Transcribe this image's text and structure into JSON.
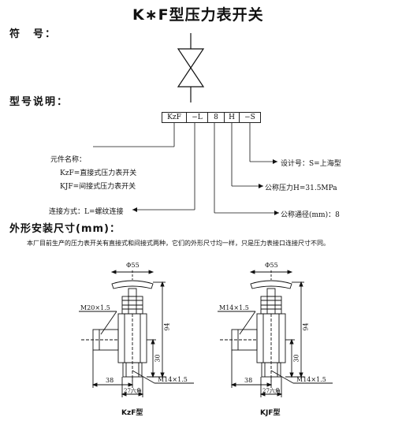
{
  "title": "K∗F型压力表开关",
  "symbol_label": "符　号：",
  "model_label": "型号说明：",
  "code_boxes": [
    "KzF",
    "−L",
    "8",
    "H",
    "−S"
  ],
  "annotations": {
    "element_name": "元件名称：",
    "kzf": "KzF=直接式压力表开关",
    "kjf": "KJF=间接式压力表开关",
    "connection": "连接方式：L=螺纹连接",
    "design": "设计号：S=上海型",
    "pressure": "公称压力H=31.5MPa",
    "bore": "公称通径(mm)：8"
  },
  "dimensions_heading": "外形安装尺寸(mm)：",
  "description": "本厂目前生产的压力表开关有直接式和间接式两种，它们的外形尺寸均一样，只是压力表接口连接尺寸不同。",
  "drawing_left": {
    "phi": "Φ55",
    "thread_top": "M20×1.5",
    "dim_94": "94",
    "dim_30": "30",
    "dim_38": "38",
    "hex": "27六角",
    "thread_bottom": "M14×1.5",
    "caption": "KzF型"
  },
  "drawing_right": {
    "phi": "Φ55",
    "thread_top": "M14×1.5",
    "dim_94": "94",
    "dim_30": "30",
    "dim_38": "38",
    "hex": "27六角",
    "thread_bottom": "M14×1.5",
    "caption": "KJF型"
  }
}
